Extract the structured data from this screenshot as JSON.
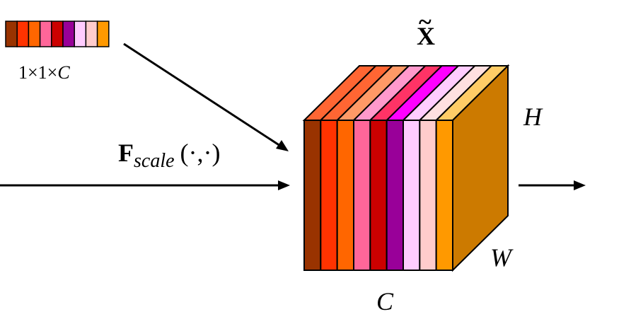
{
  "labels": {
    "vector": "1×1×C",
    "vector_parts": {
      "one_a": "1",
      "times_a": "×",
      "one_b": "1",
      "times_b": "×",
      "c": "C"
    },
    "output": "X",
    "output_tilde": "~",
    "height": "H",
    "width": "W",
    "channels": "C",
    "operation": {
      "main": "F",
      "subscript": "scale",
      "args": "(·,·)"
    }
  },
  "channel_colors": [
    "#993300",
    "#FF3300",
    "#FF6600",
    "#FF6699",
    "#CC0000",
    "#990099",
    "#FFCCFF",
    "#FFCCCC",
    "#FF9900"
  ],
  "top_face_colors": [
    "#FF6633",
    "#FF6633",
    "#FF9966",
    "#FF99CC",
    "#FF3366",
    "#FF00FF",
    "#FFCCFF",
    "#FFE0E0",
    "#FFCC66"
  ],
  "side_face_color": "#CC7A00"
}
